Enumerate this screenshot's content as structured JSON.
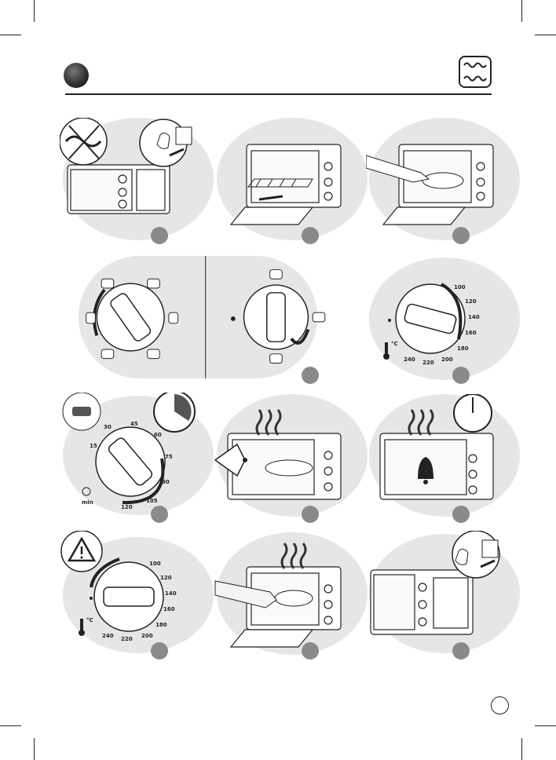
{
  "header": {
    "bullet_icon": "section-bullet-icon",
    "symbol_icon": "wave-heating-symbol-icon"
  },
  "colors": {
    "panel_background": "#e6e6e6",
    "step_dot": "#8a8a8a",
    "rule": "#222222",
    "ink": "#1a1a1a"
  },
  "steps": [
    {
      "id": 1,
      "icons": [
        "crossed-out-cord-icon",
        "plug-in-socket-icon",
        "oven-icon"
      ]
    },
    {
      "id": 2,
      "icons": [
        "oven-icon",
        "wire-rack-icon",
        "arrow-icon"
      ]
    },
    {
      "id": 3,
      "icons": [
        "oven-icon",
        "food-tray-icon",
        "hand-icon"
      ]
    },
    {
      "id": 4,
      "icons": [
        "function-selector-knob-icon",
        "rotate-arrow-icon"
      ]
    },
    {
      "id": 5,
      "icons": [
        "thermostat-knob-icon",
        "thermometer-icon"
      ],
      "temperature_scale": [
        "100",
        "120",
        "140",
        "160",
        "180",
        "200",
        "220",
        "240"
      ],
      "unit": "°C"
    },
    {
      "id": 6,
      "icons": [
        "timer-knob-icon",
        "stopwatch-icon",
        "clock-icon",
        "heating-lamp-icon"
      ],
      "timer_scale": [
        "15",
        "30",
        "45",
        "60",
        "75",
        "90",
        "105",
        "120"
      ],
      "unit": "min"
    },
    {
      "id": 7,
      "icons": [
        "oven-icon",
        "eye-icon",
        "steam-icon"
      ]
    },
    {
      "id": 8,
      "icons": [
        "oven-icon",
        "bell-icon",
        "clock-icon",
        "steam-icon"
      ]
    },
    {
      "id": 9,
      "icons": [
        "warning-icon",
        "thermostat-knob-icon",
        "thermometer-icon"
      ],
      "temperature_scale": [
        "100",
        "120",
        "140",
        "160",
        "180",
        "200",
        "220",
        "240"
      ],
      "unit": "°C"
    },
    {
      "id": 10,
      "icons": [
        "oven-icon",
        "oven-glove-icon",
        "steam-icon"
      ]
    },
    {
      "id": 11,
      "icons": [
        "oven-icon",
        "unplug-socket-icon"
      ]
    }
  ]
}
